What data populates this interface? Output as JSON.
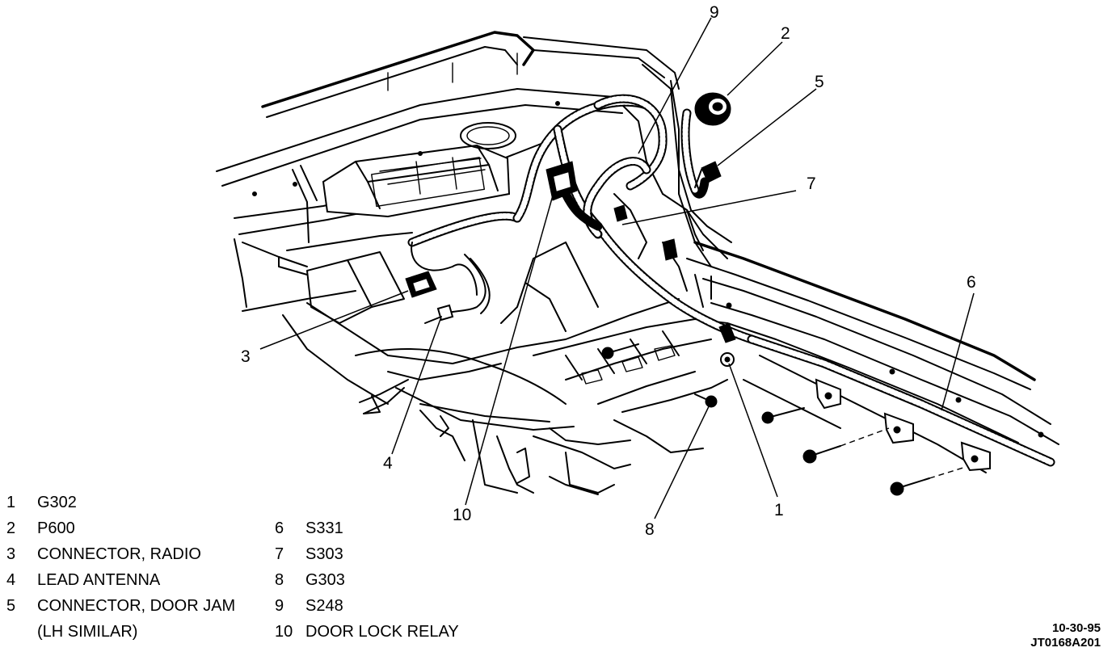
{
  "callouts": {
    "c1": "1",
    "c2": "2",
    "c3": "3",
    "c4": "4",
    "c5": "5",
    "c6": "6",
    "c7": "7",
    "c8": "8",
    "c9": "9",
    "c10": "10"
  },
  "legend": [
    {
      "num": "1",
      "label": "G302"
    },
    {
      "num": "2",
      "label": "P600"
    },
    {
      "num": "3",
      "label": "CONNECTOR, RADIO"
    },
    {
      "num": "4",
      "label": "LEAD ANTENNA"
    },
    {
      "num": "5",
      "label": "CONNECTOR, DOOR JAM"
    },
    {
      "num": "",
      "label": "(LH SIMILAR)"
    },
    {
      "num": "6",
      "label": "S331"
    },
    {
      "num": "7",
      "label": "S303"
    },
    {
      "num": "8",
      "label": "G303"
    },
    {
      "num": "9",
      "label": "S248"
    },
    {
      "num": "10",
      "label": "DOOR LOCK RELAY"
    }
  ],
  "stamp": {
    "date": "10-30-95",
    "code": "JT0168A201"
  }
}
